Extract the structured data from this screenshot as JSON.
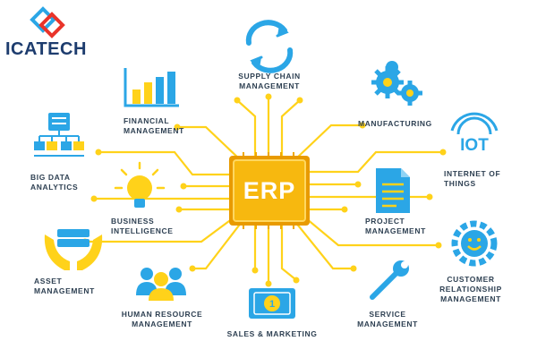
{
  "brand": {
    "name": "ICATECH"
  },
  "center": {
    "label": "ERP"
  },
  "modules": {
    "supply_chain": [
      "SUPPLY CHAIN",
      "MANAGEMENT"
    ],
    "financial": [
      "FINANCIAL",
      "MANAGEMENT"
    ],
    "manufacturing": [
      "MANUFACTURING"
    ],
    "big_data": [
      "BIG DATA",
      "ANALYTICS"
    ],
    "iot": [
      "INTERNET OF",
      "THINGS"
    ],
    "business_intelligence": [
      "BUSINESS",
      "INTELLIGENCE"
    ],
    "project": [
      "PROJECT",
      "MANAGEMENT"
    ],
    "asset": [
      "ASSET",
      "MANAGEMENT"
    ],
    "crm": [
      "CUSTOMER",
      "RELATIONSHIP",
      "MANAGEMENT"
    ],
    "human_resource": [
      "HUMAN RESOURCE",
      "MANAGEMENT"
    ],
    "sales_marketing": [
      "SALES & MARKETING"
    ],
    "service": [
      "SERVICE",
      "MANAGEMENT"
    ]
  },
  "icon_text": {
    "iot": "IOT",
    "coin": "1"
  },
  "colors": {
    "yellow": "#FFD21A",
    "blue": "#2BA6E6",
    "chip": "#F7B80F",
    "chip_border": "#E89A00",
    "text": "#2F4153",
    "brand": "#1D3C6E"
  },
  "icons": [
    "recycle-arrows-icon",
    "bar-chart-icon",
    "gears-icon",
    "hierarchy-icon",
    "iot-signal-icon",
    "lightbulb-icon",
    "document-icon",
    "hands-server-icon",
    "smile-gear-icon",
    "people-icon",
    "banknote-icon",
    "wrench-icon"
  ]
}
